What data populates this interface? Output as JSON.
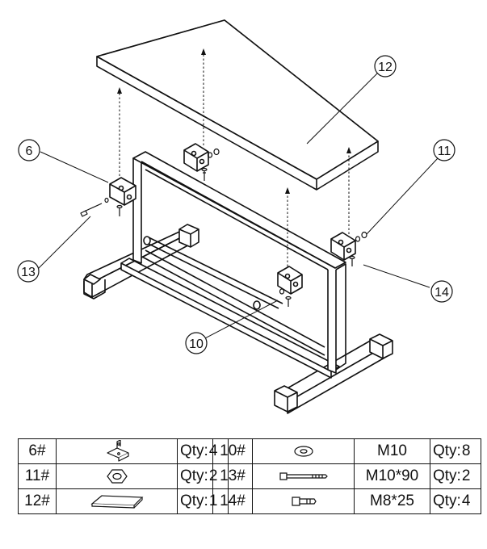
{
  "callouts": {
    "seat": "12",
    "bracket": "6",
    "nut": "11",
    "long_bolt": "13",
    "short_bolt": "14",
    "washer": "10"
  },
  "parts_table_left": [
    {
      "part": "6#",
      "icon": "l-bracket-icon",
      "qty_label": "Qty:",
      "qty": "4"
    },
    {
      "part": "11#",
      "icon": "hex-nut-icon",
      "qty_label": "Qty:",
      "qty": "2"
    },
    {
      "part": "12#",
      "icon": "seat-pad-icon",
      "qty_label": "Qty:",
      "qty": "1"
    }
  ],
  "parts_table_right": [
    {
      "part": "10#",
      "icon": "washer-icon",
      "spec": "M10",
      "qty_label": "Qty:",
      "qty": "8"
    },
    {
      "part": "13#",
      "icon": "long-bolt-icon",
      "spec": "M10*90",
      "qty_label": "Qty:",
      "qty": "2"
    },
    {
      "part": "14#",
      "icon": "short-bolt-icon",
      "spec": "M8*25",
      "qty_label": "Qty:",
      "qty": "4"
    }
  ]
}
